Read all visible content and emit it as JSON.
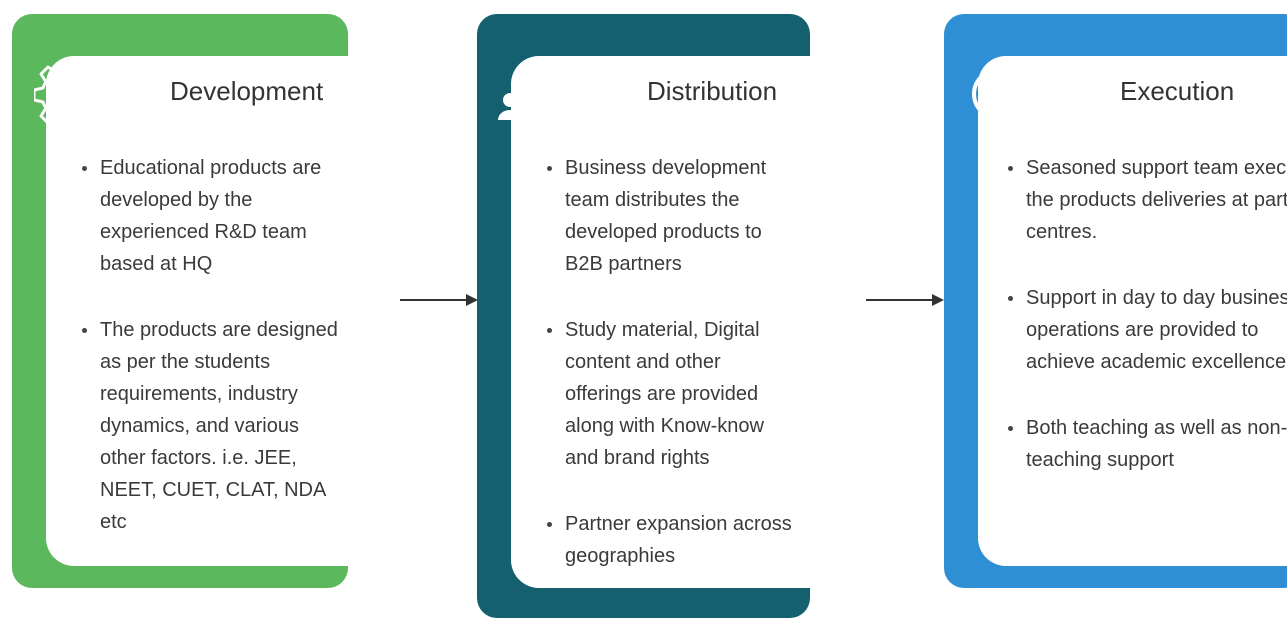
{
  "stages": [
    {
      "title": "Development",
      "icon": "gear-icon",
      "color": "#5cb85c",
      "bullets": [
        "Educational products are developed by the experienced R&D team based at HQ",
        "The products are designed as per the students requirements, industry dynamics, and various other factors.  i.e. JEE, NEET, CUET, CLAT, NDA etc"
      ]
    },
    {
      "title": "Distribution",
      "icon": "people-network-icon",
      "color": "#15606f",
      "bullets": [
        "Business development team distributes the developed products to B2B partners",
        "Study material, Digital content and other offerings are provided along with Know-know and brand rights",
        "Partner  expansion across geographies"
      ]
    },
    {
      "title": "Execution",
      "icon": "target-icon",
      "color": "#2f8fd4",
      "bullets": [
        "Seasoned support team executes the products deliveries at partner centres.",
        "Support in day to day business operations are provided to achieve academic excellence.",
        "Both teaching as well as non-teaching support"
      ]
    }
  ]
}
